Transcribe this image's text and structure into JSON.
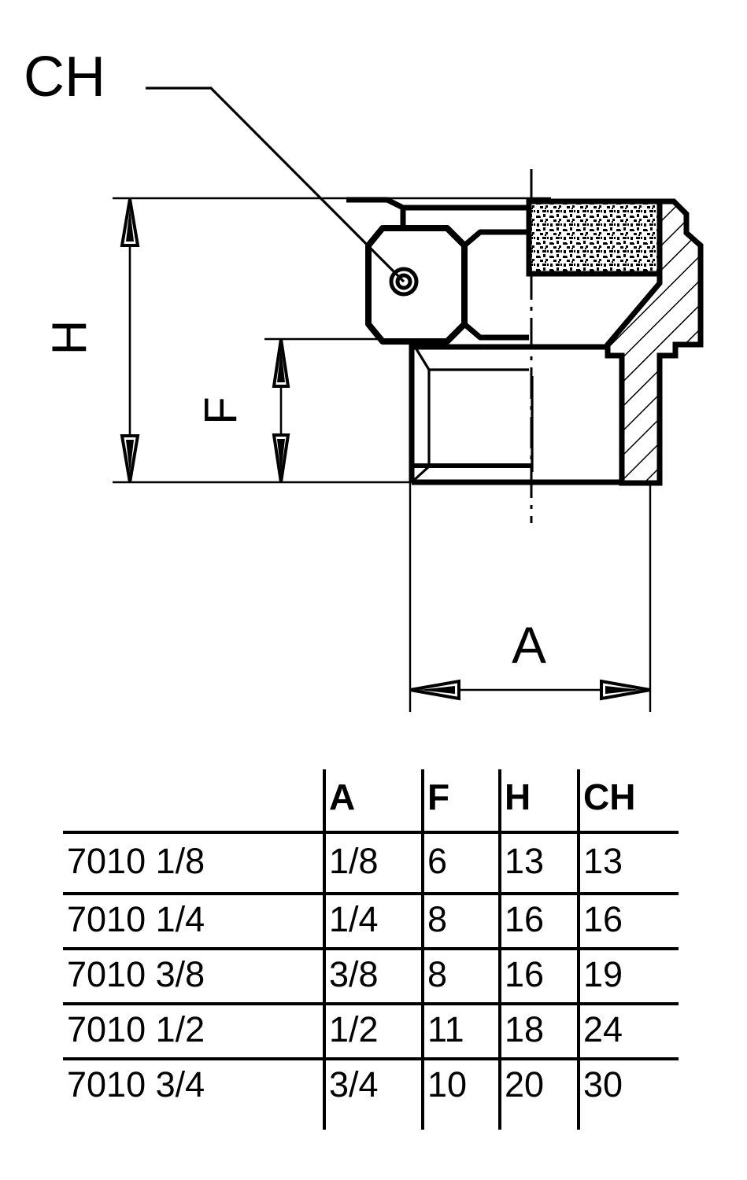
{
  "drawing": {
    "title_note": "hex plug sectional technical drawing",
    "dimension_labels": {
      "ch": "CH",
      "h": "H",
      "f": "F",
      "a": "A"
    },
    "callouts": [
      {
        "name": "ch-leader",
        "label": "CH",
        "target": "hex flat across corners"
      },
      {
        "name": "h-dimension",
        "label": "H",
        "orientation": "vertical"
      },
      {
        "name": "f-dimension",
        "label": "F",
        "orientation": "vertical"
      },
      {
        "name": "a-dimension",
        "label": "A",
        "orientation": "horizontal"
      }
    ]
  },
  "table": {
    "headers": [
      "",
      "A",
      "F",
      "H",
      "CH"
    ],
    "rows": [
      {
        "code": "7010 1/8",
        "a": "1/8",
        "f": "6",
        "h": "13",
        "ch": "13"
      },
      {
        "code": "7010 1/4",
        "a": "1/4",
        "f": "8",
        "h": "16",
        "ch": "16"
      },
      {
        "code": "7010 3/8",
        "a": "3/8",
        "f": "8",
        "h": "16",
        "ch": "19"
      },
      {
        "code": "7010 1/2",
        "a": "1/2",
        "f": "11",
        "h": "18",
        "ch": "24"
      },
      {
        "code": "7010 3/4",
        "a": "3/4",
        "f": "10",
        "h": "20",
        "ch": "30"
      }
    ]
  },
  "colors": {
    "ink": "#000000",
    "paper": "#ffffff"
  }
}
